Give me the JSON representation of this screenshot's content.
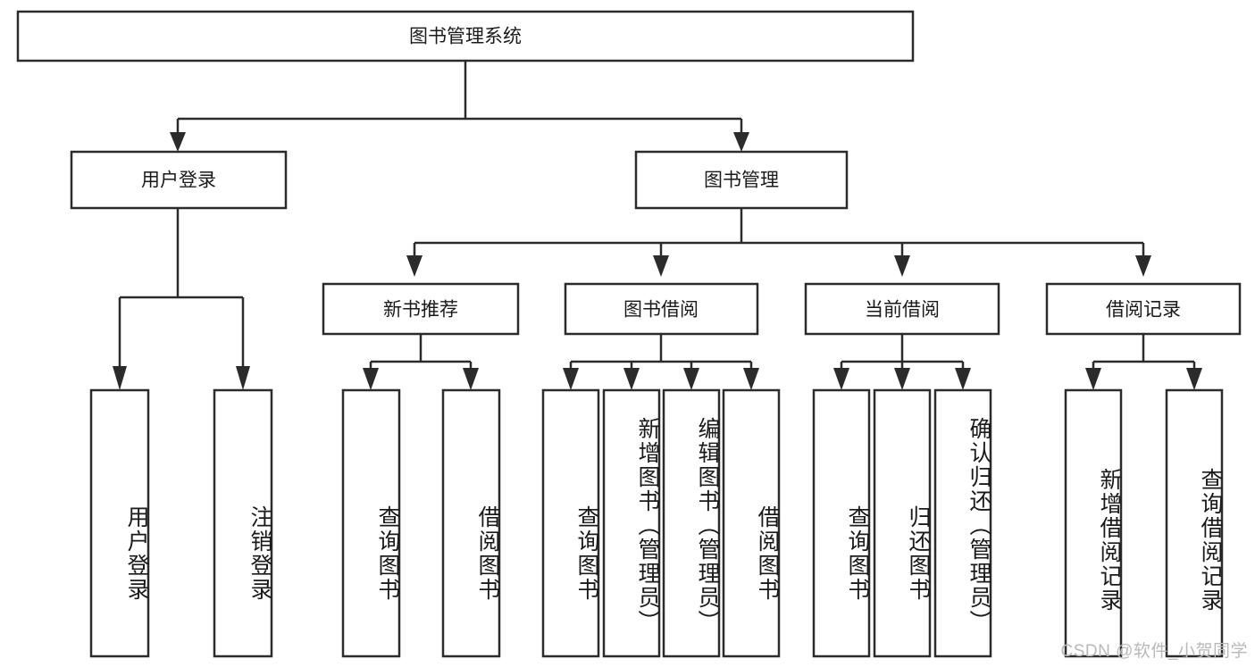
{
  "diagram": {
    "type": "tree-hierarchy",
    "title": "图书管理系统",
    "orientation": "top-down",
    "root": {
      "id": "root",
      "label": "图书管理系统"
    },
    "level2": [
      {
        "id": "user-login",
        "label": "用户登录"
      },
      {
        "id": "book-manage",
        "label": "图书管理"
      }
    ],
    "level3": [
      {
        "id": "new-book-recommend",
        "label": "新书推荐",
        "parent": "book-manage"
      },
      {
        "id": "book-borrow",
        "label": "图书借阅",
        "parent": "book-manage"
      },
      {
        "id": "current-borrow",
        "label": "当前借阅",
        "parent": "book-manage"
      },
      {
        "id": "borrow-record",
        "label": "借阅记录",
        "parent": "book-manage"
      }
    ],
    "leaves": [
      {
        "id": "leaf-user-login",
        "label": "用户登录",
        "parent": "user-login"
      },
      {
        "id": "leaf-user-logout",
        "label": "注销登录",
        "parent": "user-login"
      },
      {
        "id": "leaf-query-book-1",
        "label": "查询图书",
        "parent": "new-book-recommend"
      },
      {
        "id": "leaf-borrow-book-1",
        "label": "借阅图书",
        "parent": "new-book-recommend"
      },
      {
        "id": "leaf-query-book-2",
        "label": "查询图书",
        "parent": "book-borrow"
      },
      {
        "id": "leaf-add-book",
        "label": "新增图书（管理员）",
        "parent": "book-borrow"
      },
      {
        "id": "leaf-edit-book",
        "label": "编辑图书（管理员）",
        "parent": "book-borrow"
      },
      {
        "id": "leaf-borrow-book-2",
        "label": "借阅图书",
        "parent": "book-borrow"
      },
      {
        "id": "leaf-query-book-3",
        "label": "查询图书",
        "parent": "current-borrow"
      },
      {
        "id": "leaf-return-book",
        "label": "归还图书",
        "parent": "current-borrow"
      },
      {
        "id": "leaf-confirm-return",
        "label": "确认归还（管理员）",
        "parent": "current-borrow"
      },
      {
        "id": "leaf-add-record",
        "label": "新增借阅记录",
        "parent": "borrow-record"
      },
      {
        "id": "leaf-query-record",
        "label": "查询借阅记录",
        "parent": "borrow-record"
      }
    ],
    "colors": {
      "stroke": "#2b2b2b",
      "fill": "#ffffff",
      "text": "#1a1a1a",
      "watermark": "#b9b9b9"
    }
  },
  "watermark": {
    "text": "CSDN @软件_小贺同学"
  }
}
